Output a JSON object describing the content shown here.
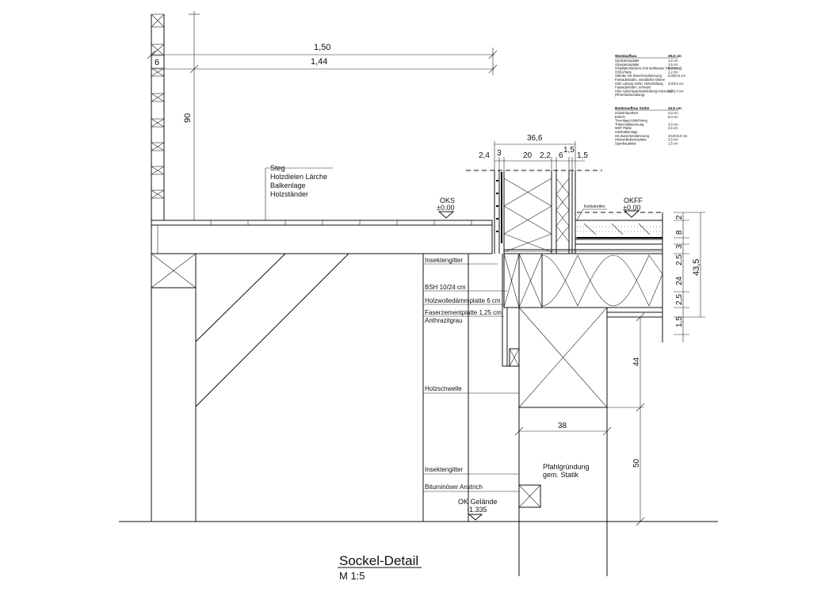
{
  "title": {
    "main": "Sockel-Detail",
    "scale": "M 1:5"
  },
  "dimensions": {
    "railing_width_outer": "1,50",
    "railing_width_inner": "1,44",
    "railing_offset": "6",
    "railing_height": "90",
    "wall_total": "36,6",
    "wall_layers": [
      "2,4",
      "3",
      "20",
      "2,2",
      "6",
      "1,5",
      "1,5"
    ],
    "floor_total": "43,5",
    "floor_layers": [
      "2",
      "8",
      "3",
      "2,5",
      "24",
      "2,5",
      "1,5"
    ],
    "beam_height": "44",
    "beam_width": "38",
    "foundation_height": "50"
  },
  "levels": {
    "oks_label": "OKS",
    "oks_value": "±0.00",
    "okff_label": "OKFF",
    "okff_value": "±0.00",
    "ground_label": "OK Gelände",
    "ground_value": "-1.335"
  },
  "annotations": {
    "steg": [
      "Steg",
      "Holzdielen Lärche",
      "Balkenlage",
      "Holzständer"
    ],
    "korkstreifen": "Korkstreifen",
    "insektengitter_top": "Insektengitter",
    "bsh": "BSH 10/24 cm",
    "holzwolle": "Holzwolledämmplatte 6 cm",
    "faserzement": [
      "Faserzementplatte 1,25 cm",
      "Anthrazitgrau"
    ],
    "holzschwelle": "Holzschwelle",
    "insektengitter_bottom": "Insektengitter",
    "bitumen": "Bituminöser Anstrich",
    "pfahl": [
      "Pfahlgründung",
      "gem. Statik"
    ]
  },
  "legend_wall": {
    "header": "Wandaufbau",
    "total": "36,6 cm",
    "rows": [
      [
        "Gipskartonplatte",
        "1,5 cm"
      ],
      [
        "Gipskartonplatte",
        "1,5 cm"
      ],
      [
        "Installationsebene (mit stellweiser Dämmung)",
        "6,0 cm"
      ],
      [
        "OSB-Platte",
        "2,2 cm"
      ],
      [
        "Ständer mit Zwischendämmung",
        "6,0/20,0 cm"
      ],
      [
        "Fassadenbahn, winddichte Ebene",
        ""
      ],
      [
        "Holz Lattung senkr. Hinterlüftung",
        "3,0/3,0 cm"
      ],
      [
        "Fassadenbahn, schwarz",
        ""
      ],
      [
        "Holz Außenwandverkleidung horizontal",
        "3,0/2,4 cm"
      ],
      [
        "(Rhombusschalung)",
        ""
      ]
    ]
  },
  "legend_floor": {
    "header": "Bodenaufbau Sohle",
    "total": "43,5 cm",
    "rows": [
      [
        "Industrieparkett",
        "2,0 cm"
      ],
      [
        "Estrich",
        "6,0 cm"
      ],
      [
        "Trennlage/Abdichtung",
        ""
      ],
      [
        "Trittschalldämmung",
        "3,0 cm"
      ],
      [
        "MDF Platte",
        "2,5 cm"
      ],
      [
        "Holzbalkenlage",
        ""
      ],
      [
        "mit Zwischendämmung",
        "10,0/24,0 cm"
      ],
      [
        "Holzwolledämmplatte",
        "2,5 cm"
      ],
      [
        "Spanbauplatte",
        "1,5 cm"
      ]
    ]
  }
}
